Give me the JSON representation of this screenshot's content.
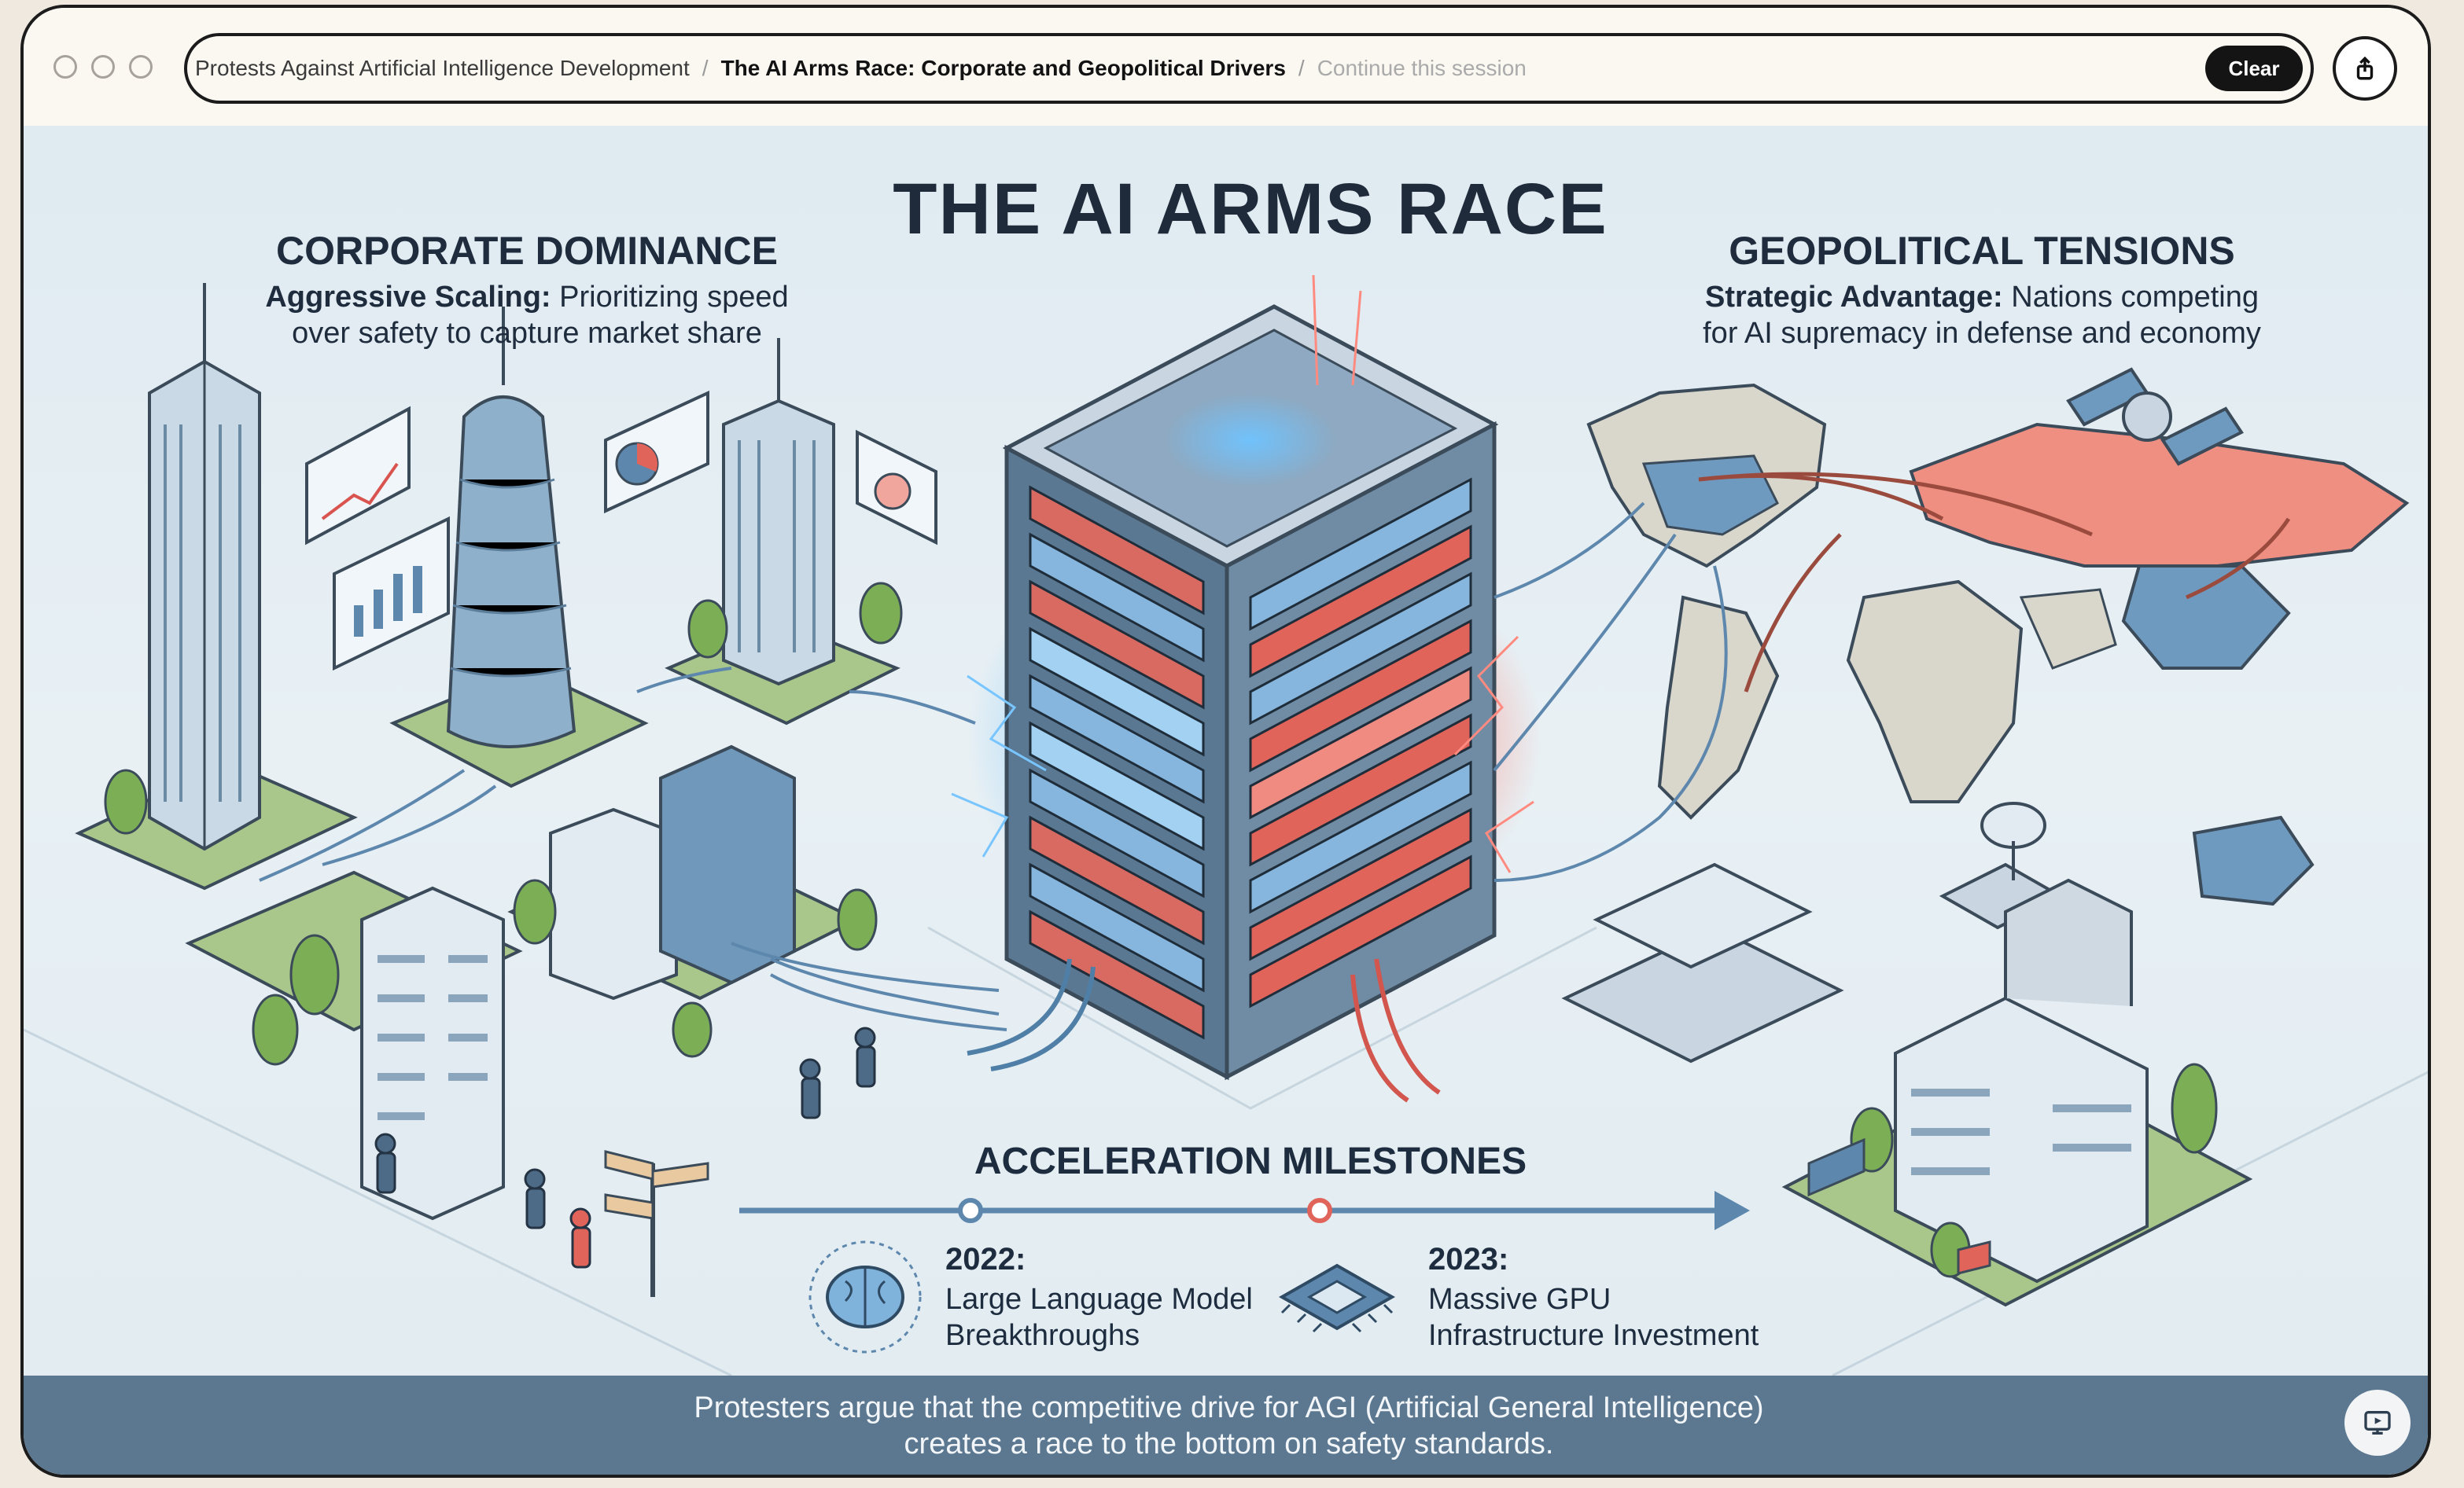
{
  "breadcrumb": {
    "parent": "Protests Against Artificial Intelligence Development",
    "current": "The AI Arms Race: Corporate and Geopolitical Drivers",
    "continue_placeholder": "Continue this session",
    "separator": "/"
  },
  "toolbar": {
    "clear_label": "Clear",
    "share_icon": "share-icon"
  },
  "infographic": {
    "title": "THE AI ARMS RACE",
    "left": {
      "heading": "CORPORATE DOMINANCE",
      "lead": "Aggressive Scaling:",
      "text_line1": " Prioritizing speed",
      "text_line2": "over safety to capture market share"
    },
    "right": {
      "heading": "GEOPOLITICAL TENSIONS",
      "lead": "Strategic Advantage:",
      "text_line1": " Nations competing",
      "text_line2": "for AI supremacy in defense and economy"
    },
    "milestones": {
      "title": "ACCELERATION MILESTONES",
      "items": [
        {
          "year": "2022:",
          "line1": "Large Language Model",
          "line2": "Breakthroughs",
          "icon": "brain-icon"
        },
        {
          "year": "2023:",
          "line1": "Massive GPU",
          "line2": "Infrastructure Investment",
          "icon": "chip-icon"
        }
      ]
    },
    "footer_line1": "Protesters argue that the competitive drive for AGI (Artificial General Intelligence)",
    "footer_line2": "creates a race to the bottom on safety standards."
  },
  "colors": {
    "accent_blue": "#3f8fd6",
    "accent_red": "#e0645a",
    "footer_bg": "#5c7891"
  }
}
